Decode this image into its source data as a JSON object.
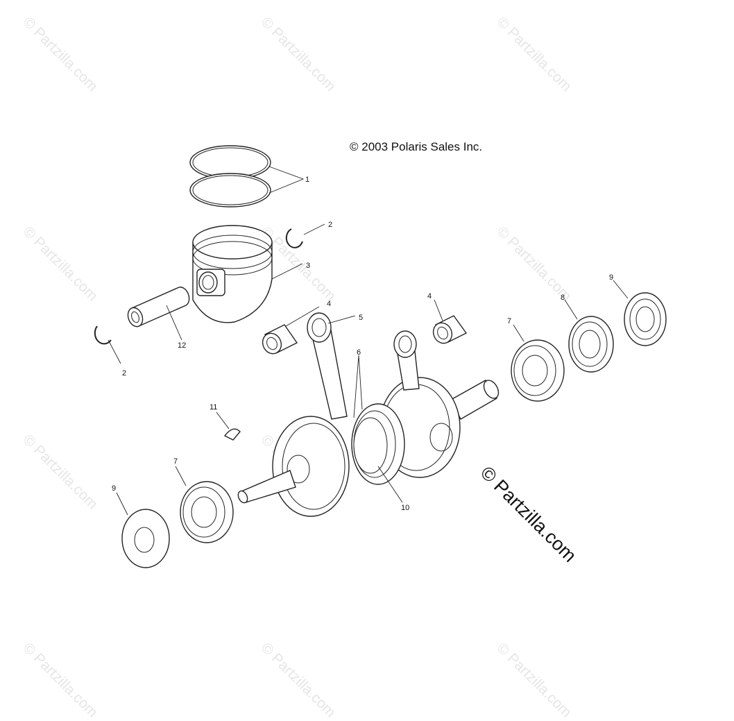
{
  "copyright": "© 2003 Polaris Sales Inc.",
  "site_mark": "© Partzilla.com",
  "watermark": "© Partzilla.com",
  "callouts": [
    "1",
    "2",
    "2",
    "3",
    "4",
    "4",
    "5",
    "6",
    "7",
    "7",
    "8",
    "9",
    "9",
    "10",
    "11",
    "12"
  ]
}
